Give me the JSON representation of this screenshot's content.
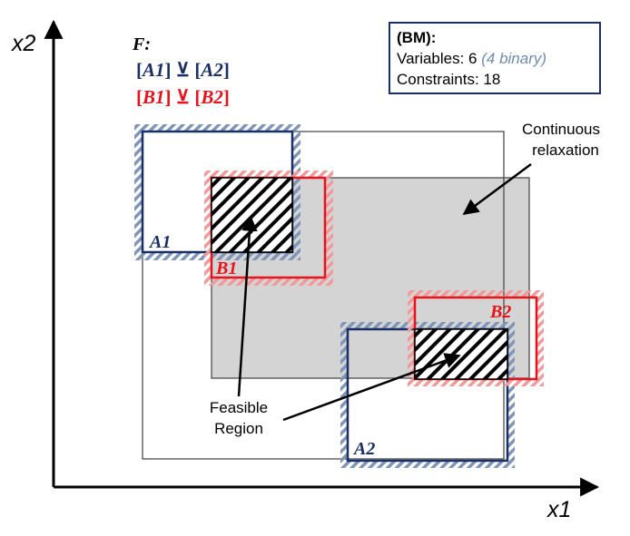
{
  "axes": {
    "x_label": "x1",
    "y_label": "x2"
  },
  "formula": {
    "title": "F:",
    "line1": {
      "left": "A1",
      "op": "⊻",
      "right": "A2"
    },
    "line2": {
      "left": "B1",
      "op": "⊻",
      "right": "B2"
    }
  },
  "info_box": {
    "heading": "(BM):",
    "variables_label": "Variables: 6 ",
    "variables_note": "(4 binary)",
    "constraints": "Constraints: 18"
  },
  "labels": {
    "A1": "A1",
    "A2": "A2",
    "B1": "B1",
    "B2": "B2",
    "continuous_relaxation_line1": "Continuous",
    "continuous_relaxation_line2": "relaxation",
    "feasible_line1": "Feasible",
    "feasible_line2": "Region"
  },
  "colors": {
    "navy": "#1a2f66",
    "red": "#e8121a",
    "hatch_blue": "#8fa3bf",
    "hatch_red": "#f2a0a0",
    "relaxation_fill": "#d4d4d4",
    "note_blue": "#6e8cb0"
  }
}
